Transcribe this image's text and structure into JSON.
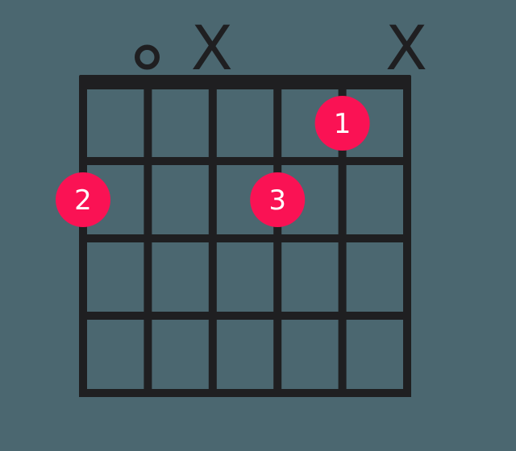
{
  "diagram": {
    "type": "guitar-chord-diagram",
    "strings_count": 6,
    "frets_shown": 4,
    "markers": [
      {
        "string": 1,
        "state": "fretted",
        "fret": 2,
        "finger": "2"
      },
      {
        "string": 2,
        "state": "open",
        "symbol": "o"
      },
      {
        "string": 3,
        "state": "muted",
        "symbol": "X"
      },
      {
        "string": 4,
        "state": "fretted",
        "fret": 2,
        "finger": "3"
      },
      {
        "string": 5,
        "state": "fretted",
        "fret": 1,
        "finger": "1"
      },
      {
        "string": 6,
        "state": "muted",
        "symbol": "X"
      }
    ],
    "colors": {
      "background": "#4b6770",
      "grid": "#1f1f21",
      "finger_dot": "#fa1254",
      "finger_text": "#ffffff"
    }
  }
}
